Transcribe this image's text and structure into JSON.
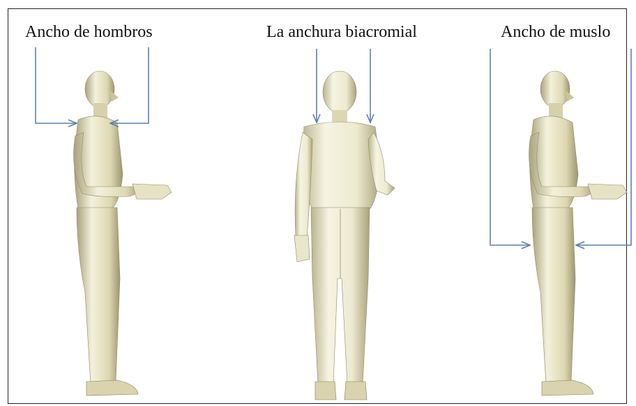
{
  "labels": {
    "left": "Ancho de hombros",
    "middle": "La anchura biacromial",
    "right": "Ancho de muslo"
  },
  "colors": {
    "arrow": "#5b7fb5",
    "figure_light": "#f1efd8",
    "figure_mid": "#d8d3ac",
    "figure_dark": "#9e9870",
    "frame": "#222222"
  }
}
